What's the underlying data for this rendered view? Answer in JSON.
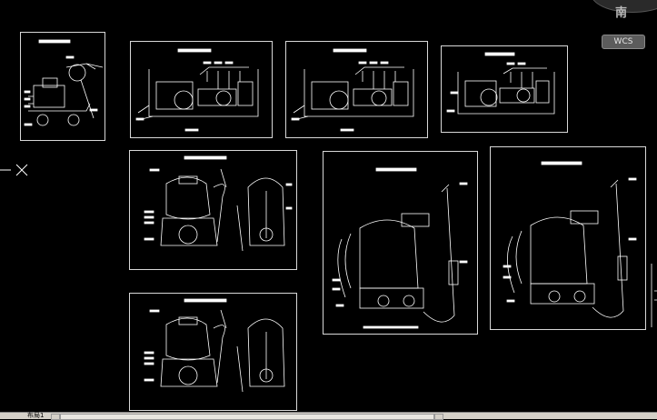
{
  "viewcube": {
    "direction_label": "南"
  },
  "wcs_button": {
    "label": "WCS"
  },
  "layout_tabs": [
    {
      "label": "布局1"
    }
  ],
  "sheets": [
    {
      "kind": "pressure-washer-side"
    },
    {
      "kind": "engine-pump-set"
    },
    {
      "kind": "engine-pump-set"
    },
    {
      "kind": "engine-pump-set"
    },
    {
      "kind": "backpack-sprayer-pair"
    },
    {
      "kind": "backpack-sprayer-large"
    },
    {
      "kind": "backpack-sprayer-large"
    },
    {
      "kind": "backpack-sprayer-pair"
    }
  ]
}
